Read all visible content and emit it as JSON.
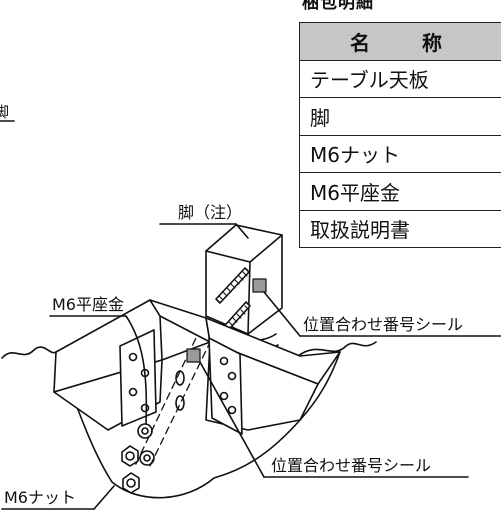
{
  "parts_table": {
    "heading": "梱包明細",
    "header": [
      "名",
      "称"
    ],
    "rows": [
      {
        "name": "テーブル天板"
      },
      {
        "name": "脚"
      },
      {
        "name": "M6ナット"
      },
      {
        "name": "M6平座金"
      },
      {
        "name": "取扱説明書"
      }
    ]
  },
  "labels": {
    "leg_partial": "脚",
    "leg_note": "脚（注）",
    "washer": "M6平座金",
    "alignment_seal_upper": "位置合わせ番号シール",
    "alignment_seal_lower": "位置合わせ番号シール",
    "nut": "M6ナット"
  }
}
